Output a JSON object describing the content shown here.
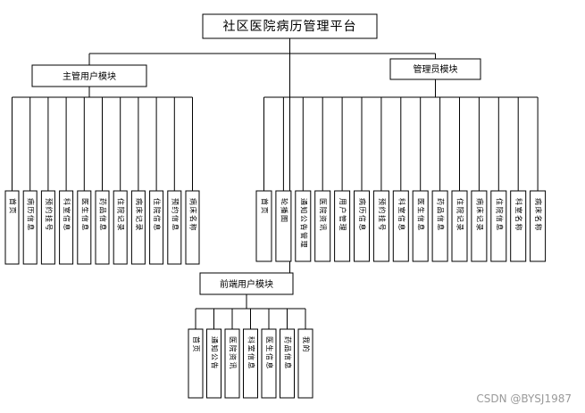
{
  "title": "社区医院病历管理平台",
  "modules": [
    {
      "id": "supervisor",
      "label": "主管用户模块",
      "items": [
        "首页",
        "病历信息",
        "预约挂号",
        "科室信息",
        "医生信息",
        "药品信息",
        "住院记录",
        "病床记录",
        "住院信息",
        "预约信息",
        "病床名称"
      ]
    },
    {
      "id": "admin",
      "label": "管理员模块",
      "items": [
        "首页",
        "轮播图",
        "通知公告管理",
        "医院资讯",
        "用户管理",
        "病历信息",
        "预约挂号",
        "科室信息",
        "医生信息",
        "药品信息",
        "住院记录",
        "病床记录",
        "住院信息",
        "科室名称",
        "病床名称"
      ]
    },
    {
      "id": "frontend",
      "label": "前端用户模块",
      "items": [
        "首页",
        "通知公告",
        "医院资讯",
        "科室信息",
        "医生信息",
        "药品信息",
        "我的"
      ]
    }
  ],
  "watermark": "CSDN @BYSJ1987"
}
